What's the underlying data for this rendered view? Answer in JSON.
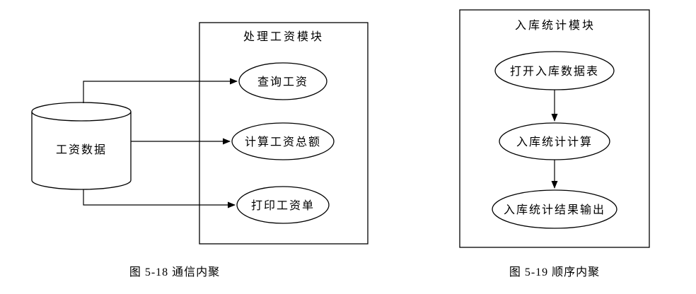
{
  "figures": {
    "left": {
      "module_title": "处理工资模块",
      "datastore_label": "工资数据",
      "processes": [
        "查询工资",
        "计算工资总额",
        "打印工资单"
      ],
      "caption": "图 5-18  通信内聚"
    },
    "right": {
      "module_title": "入库统计模块",
      "steps": [
        "打开入库数据表",
        "入库统计计算",
        "入库统计结果输出"
      ],
      "caption": "图 5-19  顺序内聚"
    }
  },
  "colors": {
    "stroke": "#000000",
    "background": "#ffffff"
  }
}
